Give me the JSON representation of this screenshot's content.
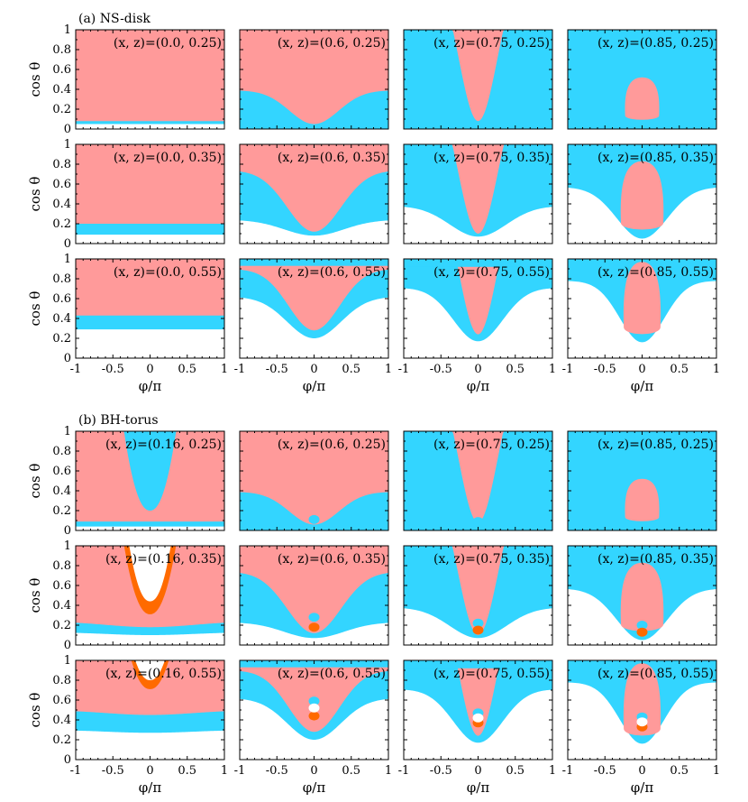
{
  "colors": {
    "salmon": "#ff9a9a",
    "cyan": "#33d5ff",
    "orange": "#ff6a00",
    "white": "#ffffff"
  },
  "axes": {
    "xlabel": "φ/π",
    "ylabel": "cos θ",
    "xticks": [
      "-1",
      "-0.5",
      "0",
      "0.5",
      "1"
    ],
    "yticks": [
      "0",
      "0.2",
      "0.4",
      "0.6",
      "0.8",
      "1"
    ],
    "xlim": [
      -1,
      1
    ],
    "ylim": [
      0,
      1
    ]
  },
  "sections": [
    {
      "label": "(a) NS-disk"
    },
    {
      "label": "(b) BH-torus"
    }
  ],
  "chart_data": {
    "type": "heatmap",
    "xlabel": "φ/π",
    "ylabel": "cos θ",
    "xlim": [
      -1,
      1
    ],
    "ylim": [
      0,
      1
    ],
    "panels": [
      {
        "section": "(a) NS-disk",
        "row": 0,
        "col": 0,
        "label": "(x, z)=(0.0, 0.25)",
        "x": 0.0,
        "z": 0.25,
        "cyan_lower": {
          "base": 0.05,
          "amp": 0
        },
        "salmon_lower": {
          "base": 0.08,
          "amp": 0
        },
        "salmon_top_u": null,
        "blob": null,
        "dots": []
      },
      {
        "section": "(a) NS-disk",
        "row": 0,
        "col": 1,
        "label": "(x, z)=(0.6, 0.25)",
        "x": 0.6,
        "z": 0.25,
        "cyan_lower": {
          "base": 0.0,
          "amp": 0
        },
        "salmon_lower": {
          "base": 0.05,
          "amp": 0.34,
          "w": 0.33
        },
        "salmon_top_u": null,
        "blob": null,
        "dots": []
      },
      {
        "section": "(a) NS-disk",
        "row": 0,
        "col": 2,
        "label": "(x, z)=(0.75, 0.25)",
        "x": 0.75,
        "z": 0.25,
        "cyan_lower": {
          "base": 0.0,
          "amp": 0
        },
        "salmon_lower": {
          "base": 0.08,
          "amp": 1.6,
          "w": 0.26
        },
        "salmon_top_u": null,
        "blob": null,
        "dots": []
      },
      {
        "section": "(a) NS-disk",
        "row": 0,
        "col": 3,
        "label": "(x, z)=(0.85, 0.25)",
        "x": 0.85,
        "z": 0.25,
        "cyan_lower": {
          "base": 0.0,
          "amp": 0
        },
        "salmon_lower": null,
        "salmon_top_u": null,
        "blob": {
          "cx": 0,
          "bottom": 0.08,
          "top": 0.52,
          "hw": 0.24
        },
        "dots": []
      },
      {
        "section": "(a) NS-disk",
        "row": 1,
        "col": 0,
        "label": "(x, z)=(0.0, 0.35)",
        "x": 0.0,
        "z": 0.35,
        "cyan_lower": {
          "base": 0.09,
          "amp": 0
        },
        "salmon_lower": {
          "base": 0.2,
          "amp": 0
        },
        "salmon_top_u": null,
        "blob": null,
        "dots": []
      },
      {
        "section": "(a) NS-disk",
        "row": 1,
        "col": 1,
        "label": "(x, z)=(0.6, 0.35)",
        "x": 0.6,
        "z": 0.35,
        "cyan_lower": {
          "base": 0.08,
          "amp": 0.16,
          "w": 0.4
        },
        "salmon_lower": {
          "base": 0.12,
          "amp": 0.62,
          "w": 0.36
        },
        "salmon_top_u": null,
        "blob": null,
        "dots": []
      },
      {
        "section": "(a) NS-disk",
        "row": 1,
        "col": 2,
        "label": "(x, z)=(0.75, 0.35)",
        "x": 0.75,
        "z": 0.35,
        "cyan_lower": {
          "base": 0.07,
          "amp": 0.31,
          "w": 0.38
        },
        "salmon_lower": {
          "base": 0.1,
          "amp": 1.6,
          "w": 0.27
        },
        "salmon_top_u": null,
        "blob": null,
        "dots": []
      },
      {
        "section": "(a) NS-disk",
        "row": 1,
        "col": 3,
        "label": "(x, z)=(0.85, 0.35)",
        "x": 0.85,
        "z": 0.35,
        "cyan_lower": {
          "base": 0.05,
          "amp": 0.52,
          "w": 0.34
        },
        "salmon_lower": null,
        "salmon_top_u": null,
        "blob": {
          "cx": 0,
          "bottom": 0.12,
          "top": 0.83,
          "hw": 0.3
        },
        "dots": []
      },
      {
        "section": "(a) NS-disk",
        "row": 2,
        "col": 0,
        "label": "(x, z)=(0.0, 0.55)",
        "x": 0.0,
        "z": 0.55,
        "cyan_lower": {
          "base": 0.29,
          "amp": 0
        },
        "salmon_lower": {
          "base": 0.43,
          "amp": 0
        },
        "salmon_top_u": null,
        "blob": null,
        "dots": []
      },
      {
        "section": "(a) NS-disk",
        "row": 2,
        "col": 1,
        "label": "(x, z)=(0.6, 0.55)",
        "x": 0.6,
        "z": 0.55,
        "cyan_lower": {
          "base": 0.2,
          "amp": 0.42,
          "w": 0.36
        },
        "salmon_lower": {
          "base": 0.28,
          "amp": 0.62,
          "w": 0.34
        },
        "salmon_top_u": {
          "base": 0.93,
          "amp": 0
        },
        "blob": null,
        "dots": []
      },
      {
        "section": "(a) NS-disk",
        "row": 2,
        "col": 2,
        "label": "(x, z)=(0.75, 0.55)",
        "x": 0.75,
        "z": 0.55,
        "cyan_lower": {
          "base": 0.17,
          "amp": 0.54,
          "w": 0.33
        },
        "salmon_lower": {
          "base": 0.24,
          "amp": 1.6,
          "w": 0.26
        },
        "salmon_top_u": {
          "base": 0.92,
          "amp": 0
        },
        "blob": null,
        "dots": []
      },
      {
        "section": "(a) NS-disk",
        "row": 2,
        "col": 3,
        "label": "(x, z)=(0.85, 0.55)",
        "x": 0.85,
        "z": 0.55,
        "cyan_lower": {
          "base": 0.16,
          "amp": 0.62,
          "w": 0.3
        },
        "salmon_lower": null,
        "salmon_top_u": null,
        "blob": {
          "cx": 0,
          "bottom": 0.22,
          "top": 0.97,
          "hw": 0.26
        },
        "dots": []
      },
      {
        "section": "(b) BH-torus",
        "row": 0,
        "col": 0,
        "label": "(x, z)=(0.16, 0.25)",
        "x": 0.16,
        "z": 0.25,
        "cyan_lower": {
          "base": 0.04,
          "amp": 0
        },
        "salmon_lower": {
          "base": 0.09,
          "amp": 0
        },
        "salmon_top_u": null,
        "blob": null,
        "cyan_u": {
          "bottom": 0.2,
          "hw": 0.36
        },
        "dots": []
      },
      {
        "section": "(b) BH-torus",
        "row": 0,
        "col": 1,
        "label": "(x, z)=(0.6, 0.25)",
        "x": 0.6,
        "z": 0.25,
        "cyan_lower": {
          "base": 0.0,
          "amp": 0
        },
        "salmon_lower": {
          "base": 0.06,
          "amp": 0.33,
          "w": 0.33
        },
        "salmon_top_u": null,
        "blob": null,
        "dots": [
          {
            "x": 0,
            "y": 0.11,
            "color": "cyan"
          }
        ]
      },
      {
        "section": "(b) BH-torus",
        "row": 0,
        "col": 2,
        "label": "(x, z)=(0.75, 0.25)",
        "x": 0.75,
        "z": 0.25,
        "cyan_lower": {
          "base": 0.0,
          "amp": 0
        },
        "salmon_lower": {
          "base": 0.08,
          "amp": 1.6,
          "w": 0.26
        },
        "salmon_top_u": null,
        "blob": null,
        "dots": [
          {
            "x": 0,
            "y": 0.09,
            "color": "cyan"
          }
        ]
      },
      {
        "section": "(b) BH-torus",
        "row": 0,
        "col": 3,
        "label": "(x, z)=(0.85, 0.25)",
        "x": 0.85,
        "z": 0.25,
        "cyan_lower": {
          "base": 0.0,
          "amp": 0
        },
        "salmon_lower": null,
        "salmon_top_u": null,
        "blob": {
          "cx": 0,
          "bottom": 0.08,
          "top": 0.52,
          "hw": 0.24
        },
        "dots": []
      },
      {
        "section": "(b) BH-torus",
        "row": 1,
        "col": 0,
        "label": "(x, z)=(0.16, 0.35)",
        "x": 0.16,
        "z": 0.35,
        "cyan_lower": {
          "base": 0.1,
          "amp": 0.03,
          "w": 0.6
        },
        "salmon_lower": {
          "base": 0.18,
          "amp": 0.06,
          "w": 0.6
        },
        "salmon_top_u": null,
        "blob": null,
        "orange_u": {
          "bottom": 0.31,
          "hw": 0.36
        },
        "white_u": {
          "bottom": 0.44,
          "hw": 0.29
        },
        "dots": []
      },
      {
        "section": "(b) BH-torus",
        "row": 1,
        "col": 1,
        "label": "(x, z)=(0.6, 0.35)",
        "x": 0.6,
        "z": 0.35,
        "cyan_lower": {
          "base": 0.07,
          "amp": 0.16,
          "w": 0.4
        },
        "salmon_lower": {
          "base": 0.12,
          "amp": 0.62,
          "w": 0.36
        },
        "salmon_top_u": null,
        "blob": null,
        "dots": [
          {
            "x": 0,
            "y": 0.28,
            "color": "cyan"
          },
          {
            "x": 0,
            "y": 0.18,
            "color": "orange"
          }
        ]
      },
      {
        "section": "(b) BH-torus",
        "row": 1,
        "col": 2,
        "label": "(x, z)=(0.75, 0.35)",
        "x": 0.75,
        "z": 0.35,
        "cyan_lower": {
          "base": 0.07,
          "amp": 0.31,
          "w": 0.38
        },
        "salmon_lower": {
          "base": 0.1,
          "amp": 1.6,
          "w": 0.27
        },
        "salmon_top_u": null,
        "blob": null,
        "dots": [
          {
            "x": 0,
            "y": 0.22,
            "color": "cyan"
          },
          {
            "x": 0,
            "y": 0.15,
            "color": "orange"
          }
        ]
      },
      {
        "section": "(b) BH-torus",
        "row": 1,
        "col": 3,
        "label": "(x, z)=(0.85, 0.35)",
        "x": 0.85,
        "z": 0.35,
        "cyan_lower": {
          "base": 0.05,
          "amp": 0.52,
          "w": 0.34
        },
        "salmon_lower": null,
        "salmon_top_u": null,
        "blob": {
          "cx": 0,
          "bottom": 0.12,
          "top": 0.83,
          "hw": 0.3
        },
        "dots": [
          {
            "x": 0,
            "y": 0.2,
            "color": "cyan"
          },
          {
            "x": 0,
            "y": 0.13,
            "color": "orange"
          }
        ]
      },
      {
        "section": "(b) BH-torus",
        "row": 2,
        "col": 0,
        "label": "(x, z)=(0.16, 0.55)",
        "x": 0.16,
        "z": 0.55,
        "cyan_lower": {
          "base": 0.27,
          "amp": 0.03,
          "w": 0.6
        },
        "salmon_lower": {
          "base": 0.45,
          "amp": 0.05,
          "w": 0.6
        },
        "salmon_top_u": null,
        "blob": null,
        "orange_u": {
          "bottom": 0.71,
          "hw": 0.27
        },
        "white_u": {
          "bottom": 0.8,
          "hw": 0.22
        },
        "dots": []
      },
      {
        "section": "(b) BH-torus",
        "row": 2,
        "col": 1,
        "label": "(x, z)=(0.6, 0.55)",
        "x": 0.6,
        "z": 0.55,
        "cyan_lower": {
          "base": 0.2,
          "amp": 0.42,
          "w": 0.36
        },
        "salmon_lower": {
          "base": 0.28,
          "amp": 0.62,
          "w": 0.34
        },
        "salmon_top_u": {
          "base": 0.93,
          "amp": 0
        },
        "blob": null,
        "dots": [
          {
            "x": 0,
            "y": 0.59,
            "color": "cyan"
          },
          {
            "x": 0,
            "y": 0.44,
            "color": "orange"
          },
          {
            "x": 0,
            "y": 0.52,
            "color": "white"
          }
        ]
      },
      {
        "section": "(b) BH-torus",
        "row": 2,
        "col": 2,
        "label": "(x, z)=(0.75, 0.55)",
        "x": 0.75,
        "z": 0.55,
        "cyan_lower": {
          "base": 0.17,
          "amp": 0.54,
          "w": 0.33
        },
        "salmon_lower": {
          "base": 0.24,
          "amp": 1.6,
          "w": 0.26
        },
        "salmon_top_u": {
          "base": 0.92,
          "amp": 0
        },
        "blob": null,
        "dots": [
          {
            "x": 0,
            "y": 0.47,
            "color": "cyan"
          },
          {
            "x": 0,
            "y": 0.37,
            "color": "orange"
          },
          {
            "x": 0,
            "y": 0.42,
            "color": "white"
          }
        ]
      },
      {
        "section": "(b) BH-torus",
        "row": 2,
        "col": 3,
        "label": "(x, z)=(0.85, 0.55)",
        "x": 0.85,
        "z": 0.55,
        "cyan_lower": {
          "base": 0.16,
          "amp": 0.62,
          "w": 0.3
        },
        "salmon_lower": null,
        "salmon_top_u": null,
        "blob": {
          "cx": 0,
          "bottom": 0.22,
          "top": 0.97,
          "hw": 0.26
        },
        "dots": [
          {
            "x": 0,
            "y": 0.43,
            "color": "cyan"
          },
          {
            "x": 0,
            "y": 0.33,
            "color": "orange"
          },
          {
            "x": 0,
            "y": 0.38,
            "color": "white"
          }
        ]
      }
    ]
  }
}
